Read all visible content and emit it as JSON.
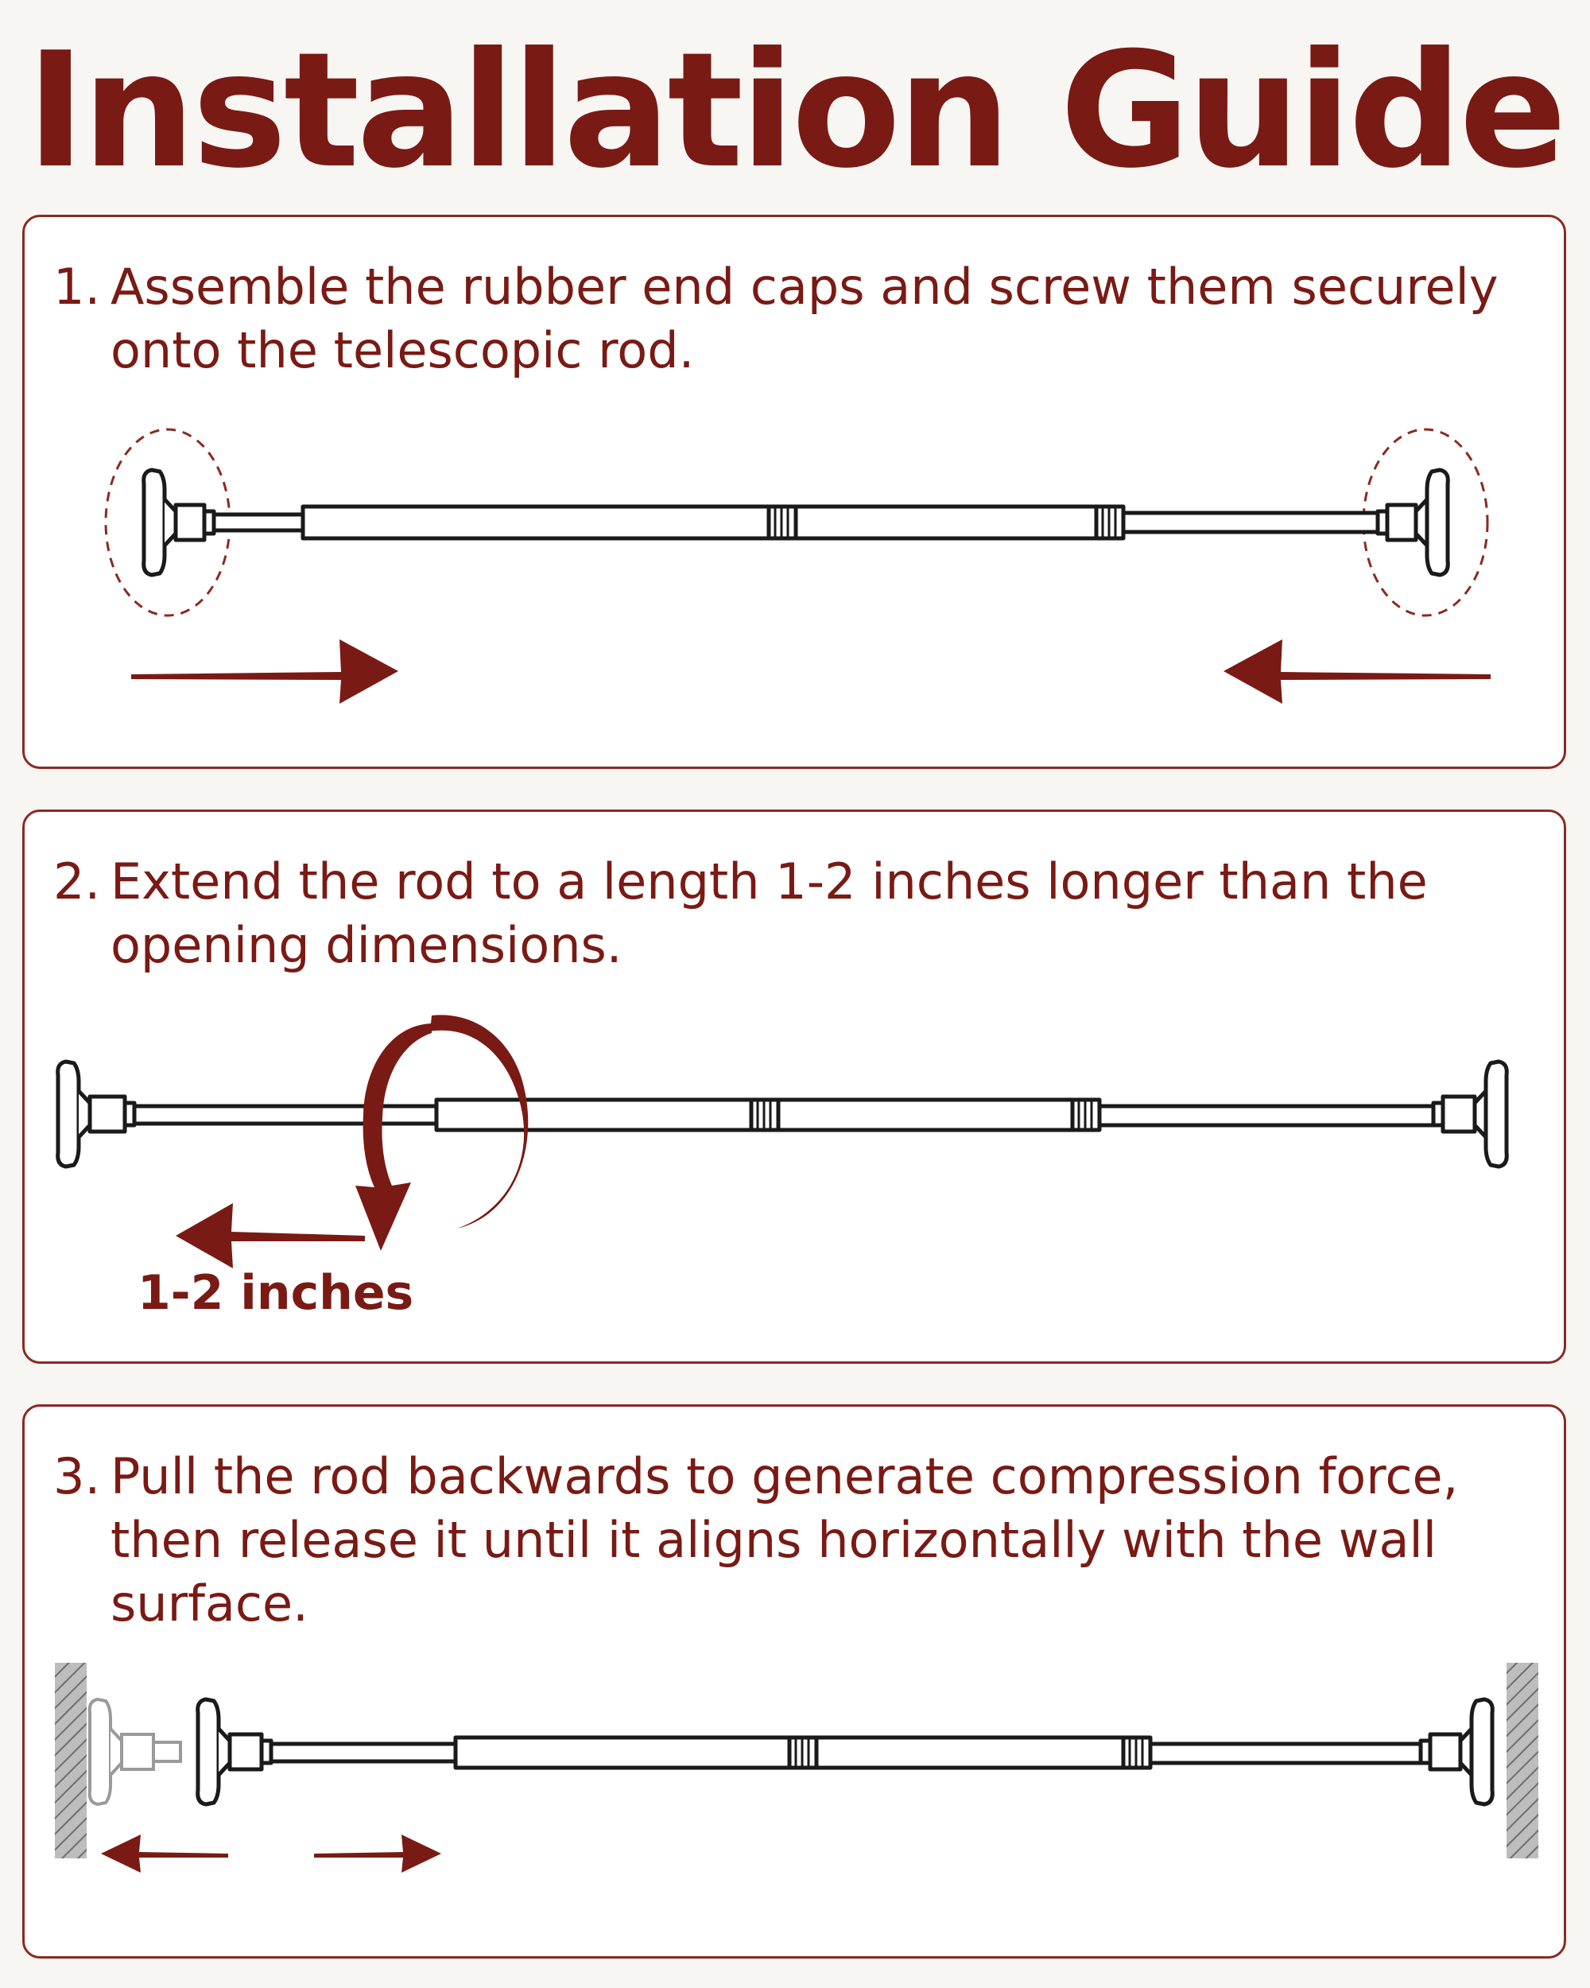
{
  "title": "Installation Guide",
  "colors": {
    "accent": "#7a1a14",
    "line": "#1a1a1a",
    "background": "#f7f6f3",
    "panel_border": "#8b2a22",
    "wall": "#a6a6a6"
  },
  "steps": [
    {
      "number": "1.",
      "text": "Assemble the rubber end caps and screw them securely onto the telescopic rod."
    },
    {
      "number": "2.",
      "text": "Extend the rod to a length 1-2 inches longer than the opening dimensions.",
      "label": "1-2 inches"
    },
    {
      "number": "3.",
      "text": "Pull the rod backwards to generate compression force, then release it until it aligns horizontally with the wall surface."
    }
  ]
}
